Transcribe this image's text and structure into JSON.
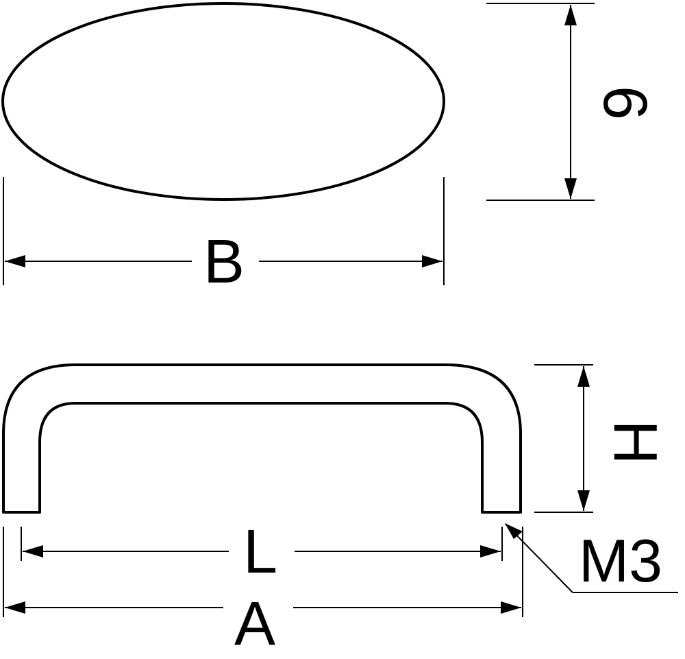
{
  "dimensions": {
    "B": "B",
    "thickness": "6",
    "H": "H",
    "L": "L",
    "A": "A",
    "thread": "M3"
  },
  "colors": {
    "line": "#000000",
    "background": "#ffffff"
  }
}
